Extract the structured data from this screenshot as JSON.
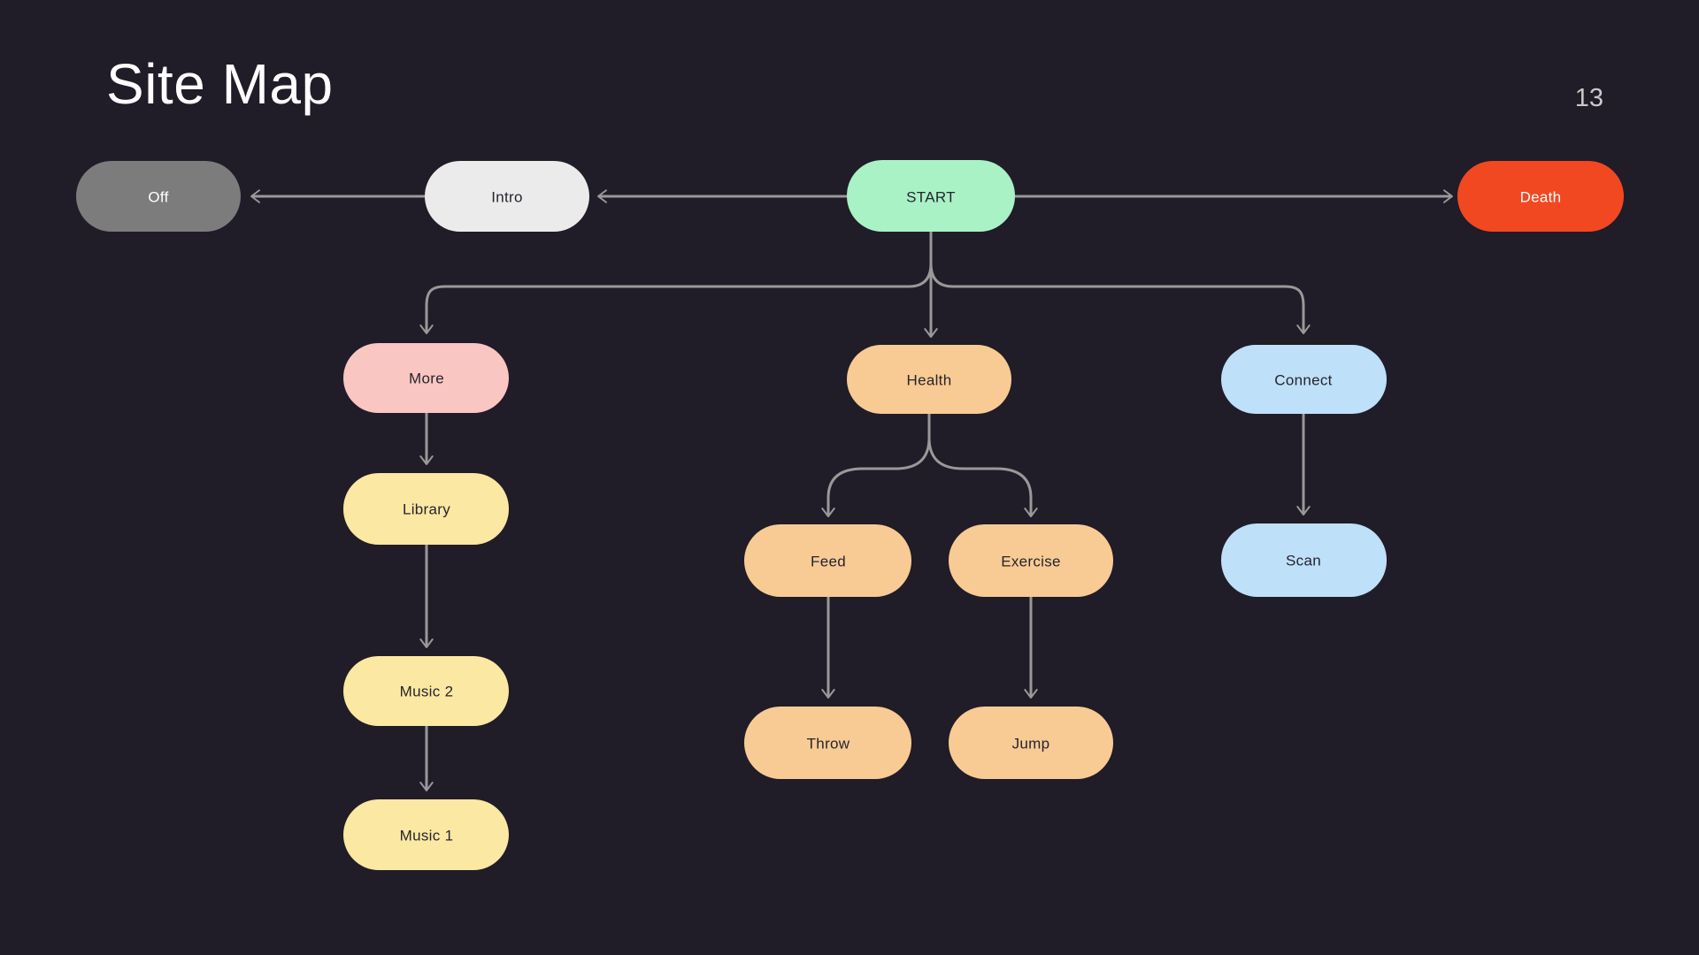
{
  "slide": {
    "title": "Site Map",
    "page_number": "13",
    "background_color": "#201C28",
    "title_color": "#FFFFFF",
    "page_number_color": "#C9C9C9"
  },
  "diagram": {
    "arrow_color": "#999999",
    "nodes": {
      "off": {
        "label": "Off",
        "fill": "#7C7C7C",
        "text_color": "#FFFFFF"
      },
      "intro": {
        "label": "Intro",
        "fill": "#EBEBEB",
        "text_color": "#26242F"
      },
      "start": {
        "label": "START",
        "fill": "#A9F2C6",
        "text_color": "#26242F"
      },
      "death": {
        "label": "Death",
        "fill": "#F24822",
        "text_color": "#FFFFFF"
      },
      "more": {
        "label": "More",
        "fill": "#FAC6C2",
        "text_color": "#26242F"
      },
      "health": {
        "label": "Health",
        "fill": "#F8CB94",
        "text_color": "#26242F"
      },
      "connect": {
        "label": "Connect",
        "fill": "#BEE0F8",
        "text_color": "#26242F"
      },
      "library": {
        "label": "Library",
        "fill": "#FBE8A2",
        "text_color": "#26242F"
      },
      "feed": {
        "label": "Feed",
        "fill": "#F8CB94",
        "text_color": "#26242F"
      },
      "exercise": {
        "label": "Exercise",
        "fill": "#F8CB94",
        "text_color": "#26242F"
      },
      "scan": {
        "label": "Scan",
        "fill": "#BEE0F8",
        "text_color": "#26242F"
      },
      "music2": {
        "label": "Music 2",
        "fill": "#FBE8A2",
        "text_color": "#26242F"
      },
      "throw": {
        "label": "Throw",
        "fill": "#F8CB94",
        "text_color": "#26242F"
      },
      "jump": {
        "label": "Jump",
        "fill": "#F8CB94",
        "text_color": "#26242F"
      },
      "music1": {
        "label": "Music 1",
        "fill": "#FBE8A2",
        "text_color": "#26242F"
      }
    },
    "edges": [
      {
        "from": "intro",
        "to": "off"
      },
      {
        "from": "start",
        "to": "intro"
      },
      {
        "from": "start",
        "to": "death"
      },
      {
        "from": "start",
        "to": "more"
      },
      {
        "from": "start",
        "to": "health"
      },
      {
        "from": "start",
        "to": "connect"
      },
      {
        "from": "more",
        "to": "library"
      },
      {
        "from": "library",
        "to": "music2"
      },
      {
        "from": "music2",
        "to": "music1"
      },
      {
        "from": "health",
        "to": "feed"
      },
      {
        "from": "health",
        "to": "exercise"
      },
      {
        "from": "feed",
        "to": "throw"
      },
      {
        "from": "exercise",
        "to": "jump"
      },
      {
        "from": "connect",
        "to": "scan"
      }
    ]
  }
}
